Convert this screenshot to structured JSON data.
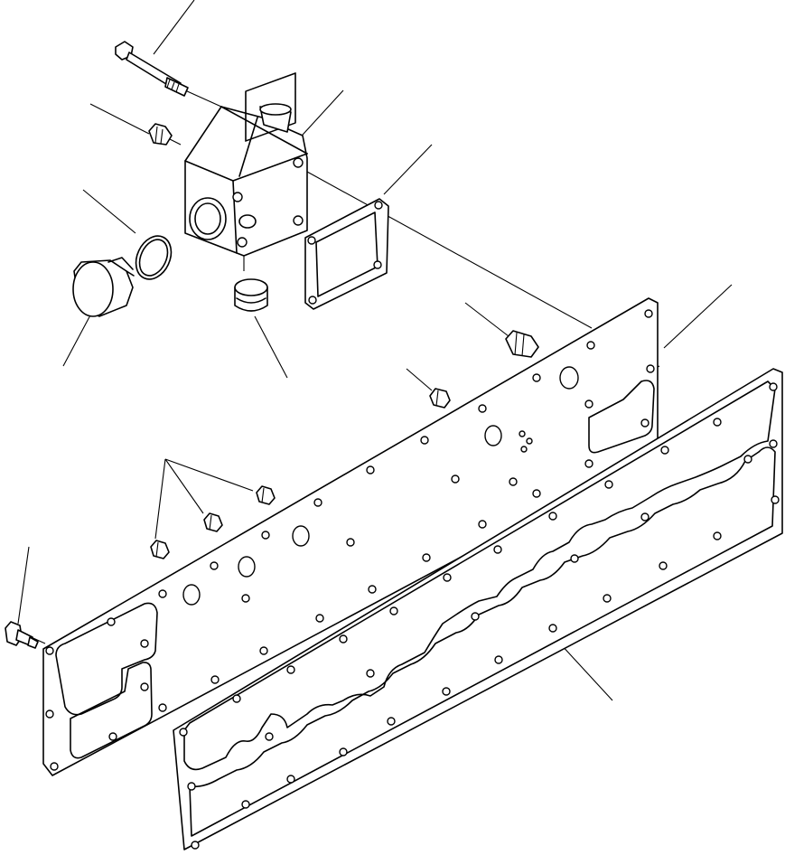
{
  "diagram": {
    "type": "exploded parts view",
    "line_color": "#000000",
    "background": "#ffffff",
    "parts": [
      {
        "id": "bolt",
        "icon": "bolt-icon"
      },
      {
        "id": "plug-small-top",
        "icon": "plug-icon"
      },
      {
        "id": "housing",
        "icon": "housing-icon"
      },
      {
        "id": "housing-gasket",
        "icon": "gasket-icon"
      },
      {
        "id": "o-ring",
        "icon": "o-ring-icon"
      },
      {
        "id": "large-plug",
        "icon": "plug-icon"
      },
      {
        "id": "cap",
        "icon": "cap-icon"
      },
      {
        "id": "plug-right",
        "icon": "plug-icon"
      },
      {
        "id": "plug-mid",
        "icon": "plug-icon"
      },
      {
        "id": "cover-plate",
        "icon": "plate-icon"
      },
      {
        "id": "plugs-group",
        "icon": "plug-icon"
      },
      {
        "id": "fitting",
        "icon": "fitting-icon"
      },
      {
        "id": "plate-gasket",
        "icon": "gasket-icon"
      }
    ]
  }
}
